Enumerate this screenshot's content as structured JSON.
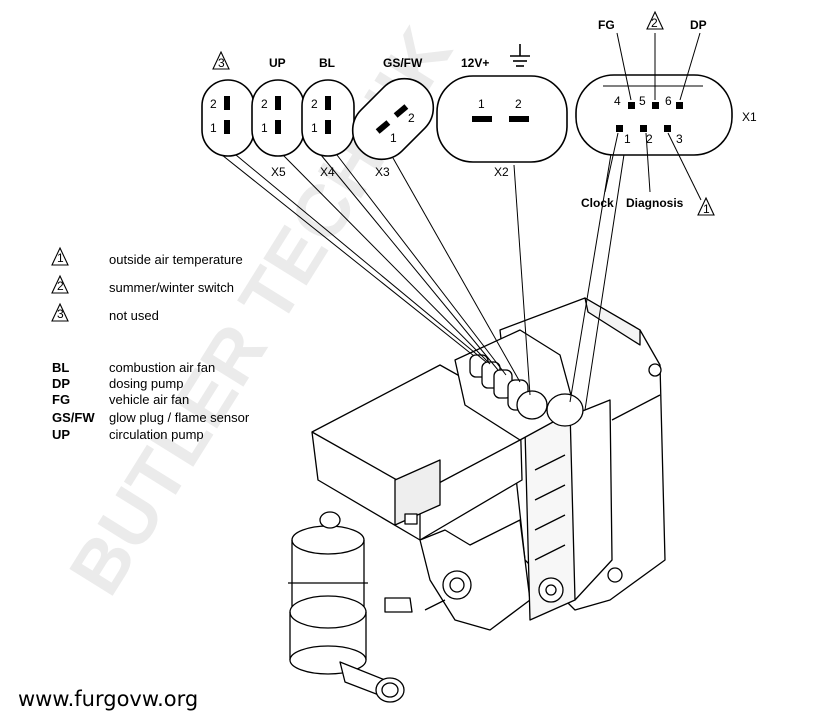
{
  "watermark": "BUTLER TECHNIK",
  "site": "www.furgovw.org",
  "connectors": {
    "x5_top": "3",
    "up": "UP",
    "bl": "BL",
    "gsfw": "GS/FW",
    "v12": "12V+",
    "fg": "FG",
    "x1_top": "2",
    "dp": "DP",
    "x5": "X5",
    "x4": "X4",
    "x3": "X3",
    "x2": "X2",
    "x1": "X1",
    "clock": "Clock",
    "diagnosis": "Diagnosis",
    "diag_marker": "1",
    "pins": {
      "p1": "1",
      "p2": "2",
      "p3": "3",
      "p4": "4",
      "p5": "5",
      "p6": "6"
    }
  },
  "notes": [
    {
      "marker": "1",
      "text": "outside air temperature"
    },
    {
      "marker": "2",
      "text": "summer/winter switch"
    },
    {
      "marker": "3",
      "text": "not used"
    }
  ],
  "legend": [
    {
      "abbr": "BL",
      "text": "combustion air fan"
    },
    {
      "abbr": "DP",
      "text": "dosing pump"
    },
    {
      "abbr": "FG",
      "text": "vehicle air fan"
    },
    {
      "abbr": "GS/FW",
      "text": "glow plug / flame sensor"
    },
    {
      "abbr": "UP",
      "text": "circulation pump"
    }
  ]
}
